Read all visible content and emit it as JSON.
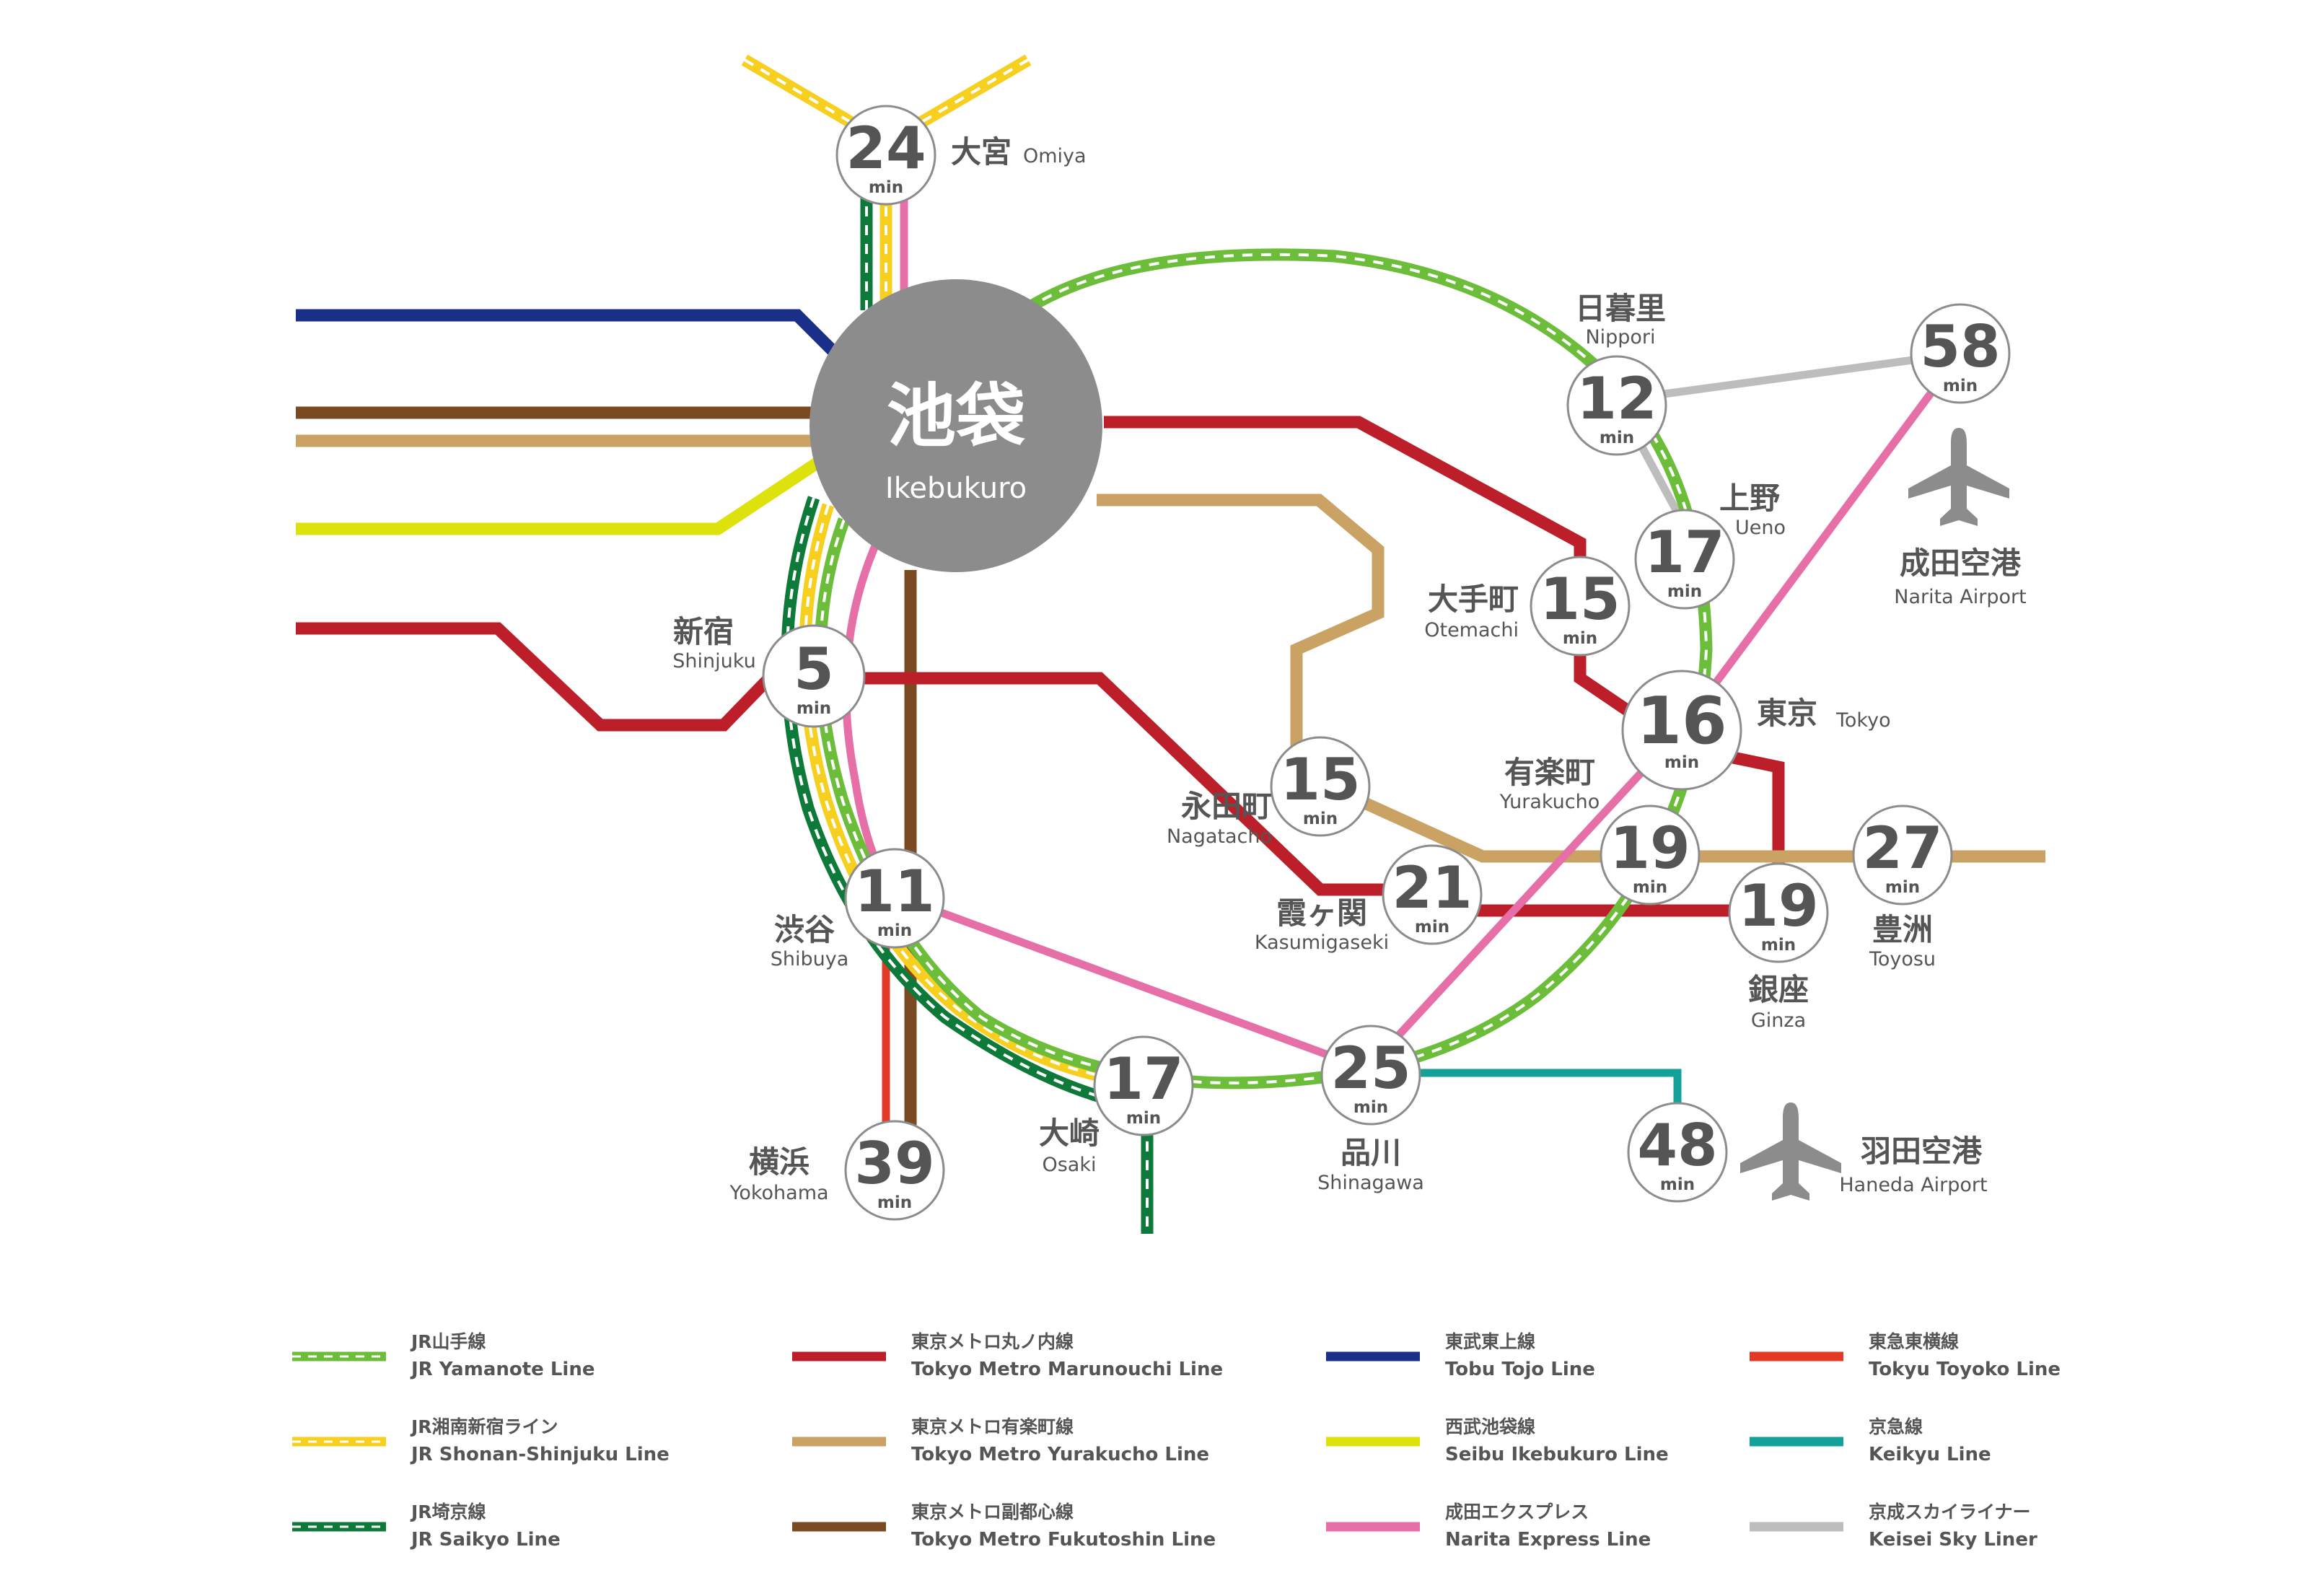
{
  "hub": {
    "name_ja": "池袋",
    "name_en": "Ikebukuro"
  },
  "minutes_unit": "min",
  "stations": [
    {
      "id": "omiya",
      "minutes": "24",
      "name_ja": "大宮",
      "name_en": "Omiya"
    },
    {
      "id": "nippori",
      "minutes": "12",
      "name_ja": "日暮里",
      "name_en": "Nippori"
    },
    {
      "id": "narita",
      "minutes": "58",
      "name_ja": "成田空港",
      "name_en": "Narita Airport"
    },
    {
      "id": "ueno",
      "minutes": "17",
      "name_ja": "上野",
      "name_en": "Ueno"
    },
    {
      "id": "otemachi",
      "minutes": "15",
      "name_ja": "大手町",
      "name_en": "Otemachi"
    },
    {
      "id": "shinjuku",
      "minutes": "5",
      "name_ja": "新宿",
      "name_en": "Shinjuku"
    },
    {
      "id": "tokyo",
      "minutes": "16",
      "name_ja": "東京",
      "name_en": "Tokyo"
    },
    {
      "id": "nagatacho",
      "minutes": "15",
      "name_ja": "永田町",
      "name_en": "Nagatacho"
    },
    {
      "id": "yurakucho",
      "minutes": "19",
      "name_ja": "有楽町",
      "name_en": "Yurakucho"
    },
    {
      "id": "kasumigaseki",
      "minutes": "21",
      "name_ja": "霞ヶ関",
      "name_en": "Kasumigaseki"
    },
    {
      "id": "ginza",
      "minutes": "19",
      "name_ja": "銀座",
      "name_en": "Ginza"
    },
    {
      "id": "toyosu",
      "minutes": "27",
      "name_ja": "豊洲",
      "name_en": "Toyosu"
    },
    {
      "id": "shibuya",
      "minutes": "11",
      "name_ja": "渋谷",
      "name_en": "Shibuya"
    },
    {
      "id": "osaki",
      "minutes": "17",
      "name_ja": "大崎",
      "name_en": "Osaki"
    },
    {
      "id": "shinagawa",
      "minutes": "25",
      "name_ja": "品川",
      "name_en": "Shinagawa"
    },
    {
      "id": "haneda",
      "minutes": "48",
      "name_ja": "羽田空港",
      "name_en": "Haneda Airport"
    },
    {
      "id": "yokohama",
      "minutes": "39",
      "name_ja": "横浜",
      "name_en": "Yokohama"
    }
  ],
  "legend": [
    {
      "name_ja": "JR山手線",
      "name_en": "JR Yamanote Line",
      "color": "#6cbd3a",
      "style": "dashed"
    },
    {
      "name_ja": "JR湘南新宿ライン",
      "name_en": "JR Shonan-Shinjuku Line",
      "color": "#f7cf1f",
      "style": "dashed"
    },
    {
      "name_ja": "JR埼京線",
      "name_en": "JR Saikyo Line",
      "color": "#0e7a3a",
      "style": "dashed"
    },
    {
      "name_ja": "東京メトロ丸ノ内線",
      "name_en": "Tokyo Metro Marunouchi Line",
      "color": "#bc1f2a",
      "style": "solid"
    },
    {
      "name_ja": "東京メトロ有楽町線",
      "name_en": "Tokyo Metro Yurakucho Line",
      "color": "#c9a264",
      "style": "solid"
    },
    {
      "name_ja": "東京メトロ副都心線",
      "name_en": "Tokyo Metro Fukutoshin Line",
      "color": "#7a4a22",
      "style": "solid"
    },
    {
      "name_ja": "東武東上線",
      "name_en": "Tobu Tojo Line",
      "color": "#1a2f87",
      "style": "solid"
    },
    {
      "name_ja": "西武池袋線",
      "name_en": "Seibu Ikebukuro Line",
      "color": "#dde20c",
      "style": "solid"
    },
    {
      "name_ja": "成田エクスプレス",
      "name_en": "Narita Express Line",
      "color": "#e56fa6",
      "style": "solid"
    },
    {
      "name_ja": "東急東横線",
      "name_en": "Tokyu Toyoko Line",
      "color": "#e23a24",
      "style": "solid"
    },
    {
      "name_ja": "京急線",
      "name_en": "Keikyu Line",
      "color": "#14a199",
      "style": "solid"
    },
    {
      "name_ja": "京成スカイライナー",
      "name_en": "Keisei Sky Liner",
      "color": "#bdbdbd",
      "style": "solid"
    }
  ],
  "icons": [
    "airplane-icon"
  ]
}
